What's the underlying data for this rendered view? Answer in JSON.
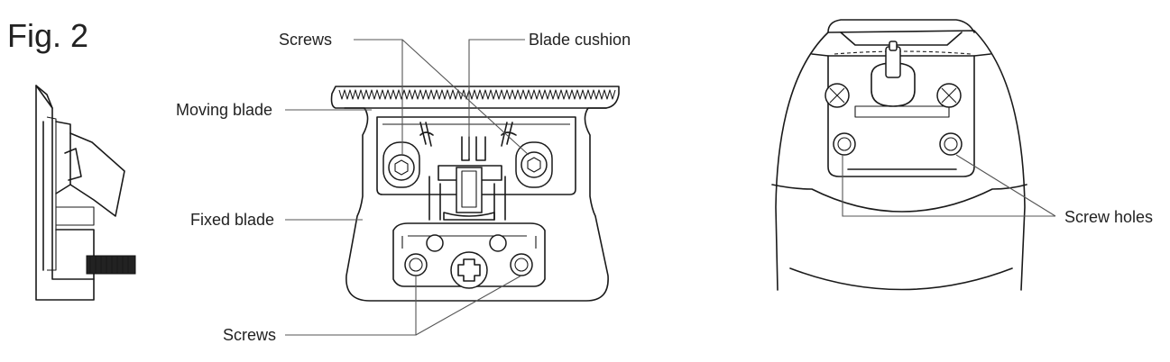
{
  "figure": {
    "title": "Fig. 2",
    "labels": {
      "screws_top": "Screws",
      "blade_cushion": "Blade cushion",
      "moving_blade": "Moving blade",
      "fixed_blade": "Fixed blade",
      "screws_bottom": "Screws",
      "screw_holes": "Screw holes"
    }
  }
}
